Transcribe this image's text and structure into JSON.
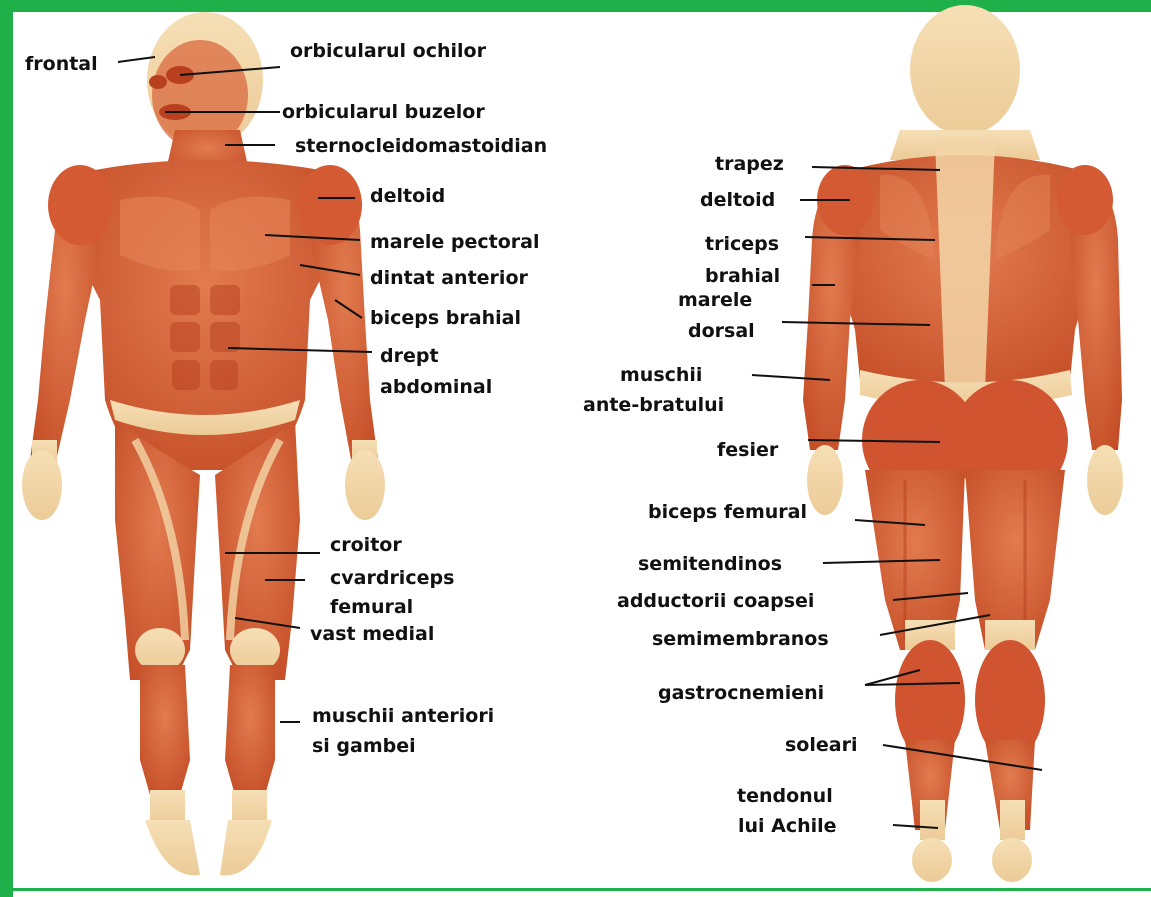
{
  "colors": {
    "frame": "#1fb04a",
    "muscle": "#d5623a",
    "muscle_dark": "#b8401f",
    "skin": "#f3d6a8",
    "tendon": "#f7e6c9"
  },
  "front_labels": {
    "frontal": "frontal",
    "orbicularul_ochilor": "orbicularul ochilor",
    "orbicularul_buzelor": "orbicularul buzelor",
    "sternocleidomastoidian": "sternocleidomastoidian",
    "deltoid": "deltoid",
    "marele_pectoral": "marele pectoral",
    "dintat_anterior": "dintat anterior",
    "biceps_brahial": "biceps brahial",
    "drept": "drept",
    "abdominal": "abdominal",
    "croitor": "croitor",
    "cvardriceps": "cvardriceps",
    "femural": "femural",
    "vast_medial": "vast medial",
    "muschii_anteriori": "muschii anteriori",
    "si_gambei": "si gambei"
  },
  "back_labels": {
    "trapez": "trapez",
    "deltoid": "deltoid",
    "triceps": "triceps",
    "brahial": "brahial",
    "marele": "marele",
    "dorsal": "dorsal",
    "muschii": "muschii",
    "ante_bratului": "ante-bratului",
    "fesier": "fesier",
    "biceps_femural": "biceps femural",
    "semitendinos": "semitendinos",
    "adductorii_coapsei": "adductorii coapsei",
    "semimembranos": "semimembranos",
    "gastrocnemieni": "gastrocnemieni",
    "soleari": "soleari",
    "tendonul": "tendonul",
    "lui_achile": "lui Achile"
  }
}
